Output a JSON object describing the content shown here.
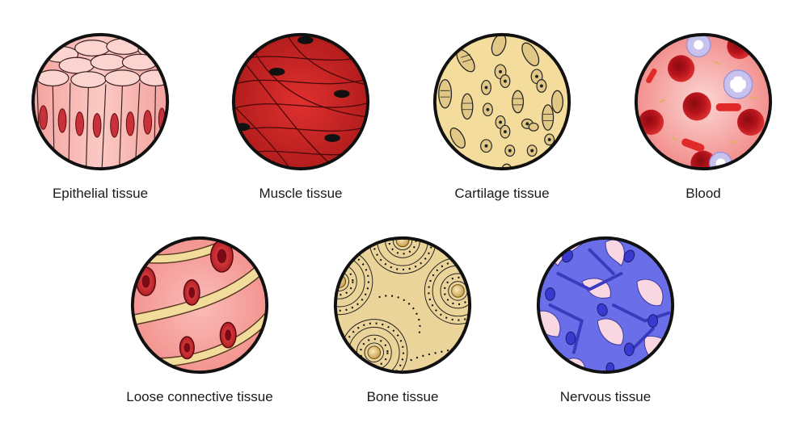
{
  "tissues": [
    {
      "id": "epithelial",
      "label": "Epithelial tissue"
    },
    {
      "id": "muscle",
      "label": "Muscle tissue"
    },
    {
      "id": "cartilage",
      "label": "Cartilage tissue"
    },
    {
      "id": "blood",
      "label": "Blood"
    },
    {
      "id": "loose-connective",
      "label": "Loose connective tissue"
    },
    {
      "id": "bone",
      "label": "Bone tissue"
    },
    {
      "id": "nervous",
      "label": "Nervous tissue"
    }
  ]
}
